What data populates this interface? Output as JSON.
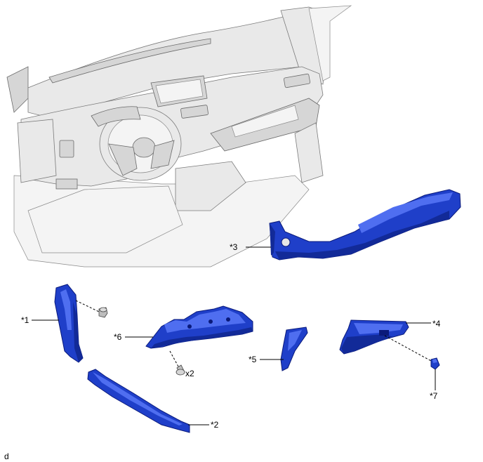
{
  "labels": {
    "part1": "*1",
    "part2": "*2",
    "part3": "*3",
    "part4": "*4",
    "part5": "*5",
    "part6": "*6",
    "part7": "*7",
    "qty": "x2",
    "corner": "d"
  },
  "colors": {
    "part_blue": "#1f3fc9",
    "part_outline": "#0a1a7a",
    "line_art": "#7a7a7a"
  }
}
